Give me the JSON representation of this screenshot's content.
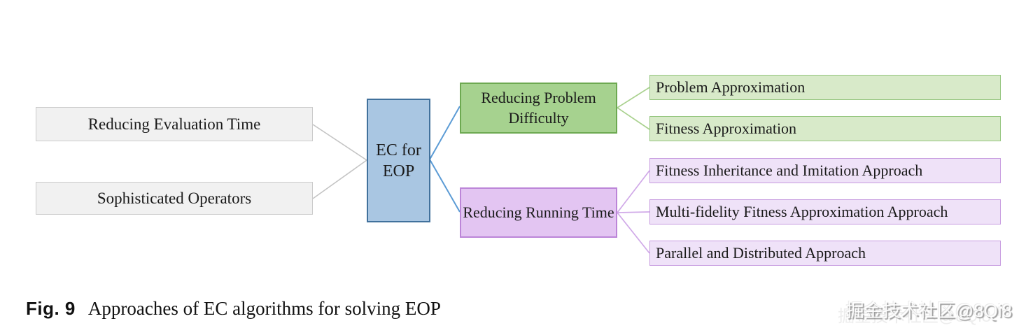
{
  "figure": {
    "caption_label": "Fig. 9",
    "caption_text": "Approaches of EC algorithms for solving EOP",
    "watermark": "掘金技术社区@8Qi8"
  },
  "diagram": {
    "root_label": "EC for EOP",
    "left_nodes": [
      {
        "label": "Reducing Evaluation Time"
      },
      {
        "label": "Sophisticated Operators"
      }
    ],
    "branches": [
      {
        "label": "Reducing Problem Difficulty",
        "theme": "green",
        "children": [
          {
            "label": "Problem Approximation"
          },
          {
            "label": "Fitness Approximation"
          }
        ]
      },
      {
        "label": "Reducing Running Time",
        "theme": "purple",
        "children": [
          {
            "label": "Fitness Inheritance and Imitation Approach"
          },
          {
            "label": "Multi-fidelity Fitness Approximation Approach"
          },
          {
            "label": "Parallel and Distributed Approach"
          }
        ]
      }
    ],
    "colors": {
      "root_fill": "#a9c6e2",
      "root_border": "#41719c",
      "left_fill": "#f1f1f1",
      "left_border": "#cbcbcb",
      "green_parent_fill": "#a6d28f",
      "green_parent_border": "#6da951",
      "green_child_fill": "#d8eac9",
      "green_child_border": "#94c57d",
      "purple_parent_fill": "#e3c5f2",
      "purple_parent_border": "#bc85d8",
      "purple_child_fill": "#efe2f8",
      "purple_child_border": "#c79be0",
      "connector_gray": "#c4c4c4",
      "connector_blue": "#5b9bd5",
      "connector_green": "#a9d18e",
      "connector_purple": "#d0a9e8"
    }
  }
}
